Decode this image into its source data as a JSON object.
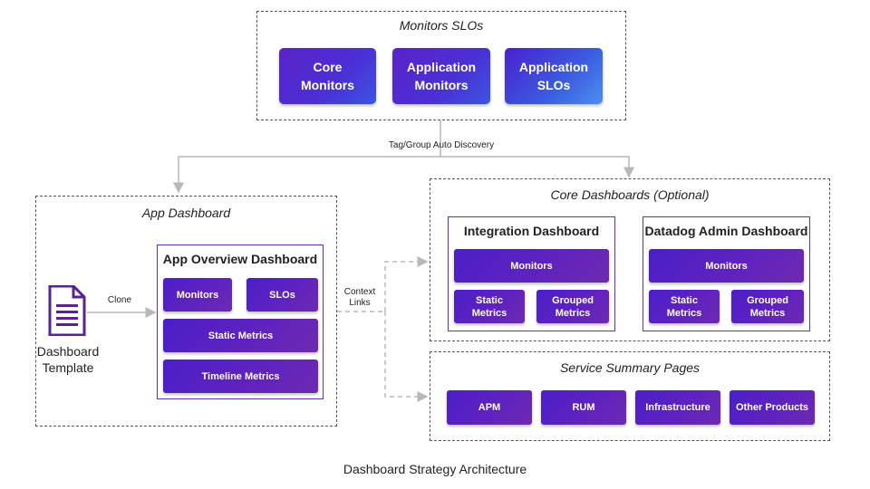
{
  "monitors_slos": {
    "title": "Monitors SLOs",
    "tiles": [
      "Core Monitors",
      "Application Monitors",
      "Application SLOs"
    ]
  },
  "discovery_label": "Tag/Group Auto Discovery",
  "app_dashboard": {
    "title": "App Dashboard",
    "overview": {
      "title": "App Overview Dashboard",
      "monitors": "Monitors",
      "slos": "SLOs",
      "static_metrics": "Static Metrics",
      "timeline_metrics": "Timeline Metrics"
    }
  },
  "template": {
    "label": "Dashboard Template",
    "clone_label": "Clone",
    "icon": "document-icon"
  },
  "context_links_label": "Context Links",
  "core_dashboards": {
    "title": "Core Dashboards (Optional)",
    "integration": {
      "title": "Integration Dashboard",
      "monitors": "Monitors",
      "static": "Static Metrics",
      "grouped": "Grouped Metrics"
    },
    "admin": {
      "title": "Datadog Admin Dashboard",
      "monitors": "Monitors",
      "static": "Static Metrics",
      "grouped": "Grouped Metrics"
    }
  },
  "service_summary": {
    "title": "Service Summary Pages",
    "tiles": [
      "APM",
      "RUM",
      "Infrastructure",
      "Other Products"
    ]
  },
  "caption": "Dashboard Strategy Architecture",
  "colors": {
    "purple": "#5f22c0",
    "blue": "#4d8ff0",
    "border": "#6a2fb0",
    "arrow": "#b8b8b8"
  }
}
